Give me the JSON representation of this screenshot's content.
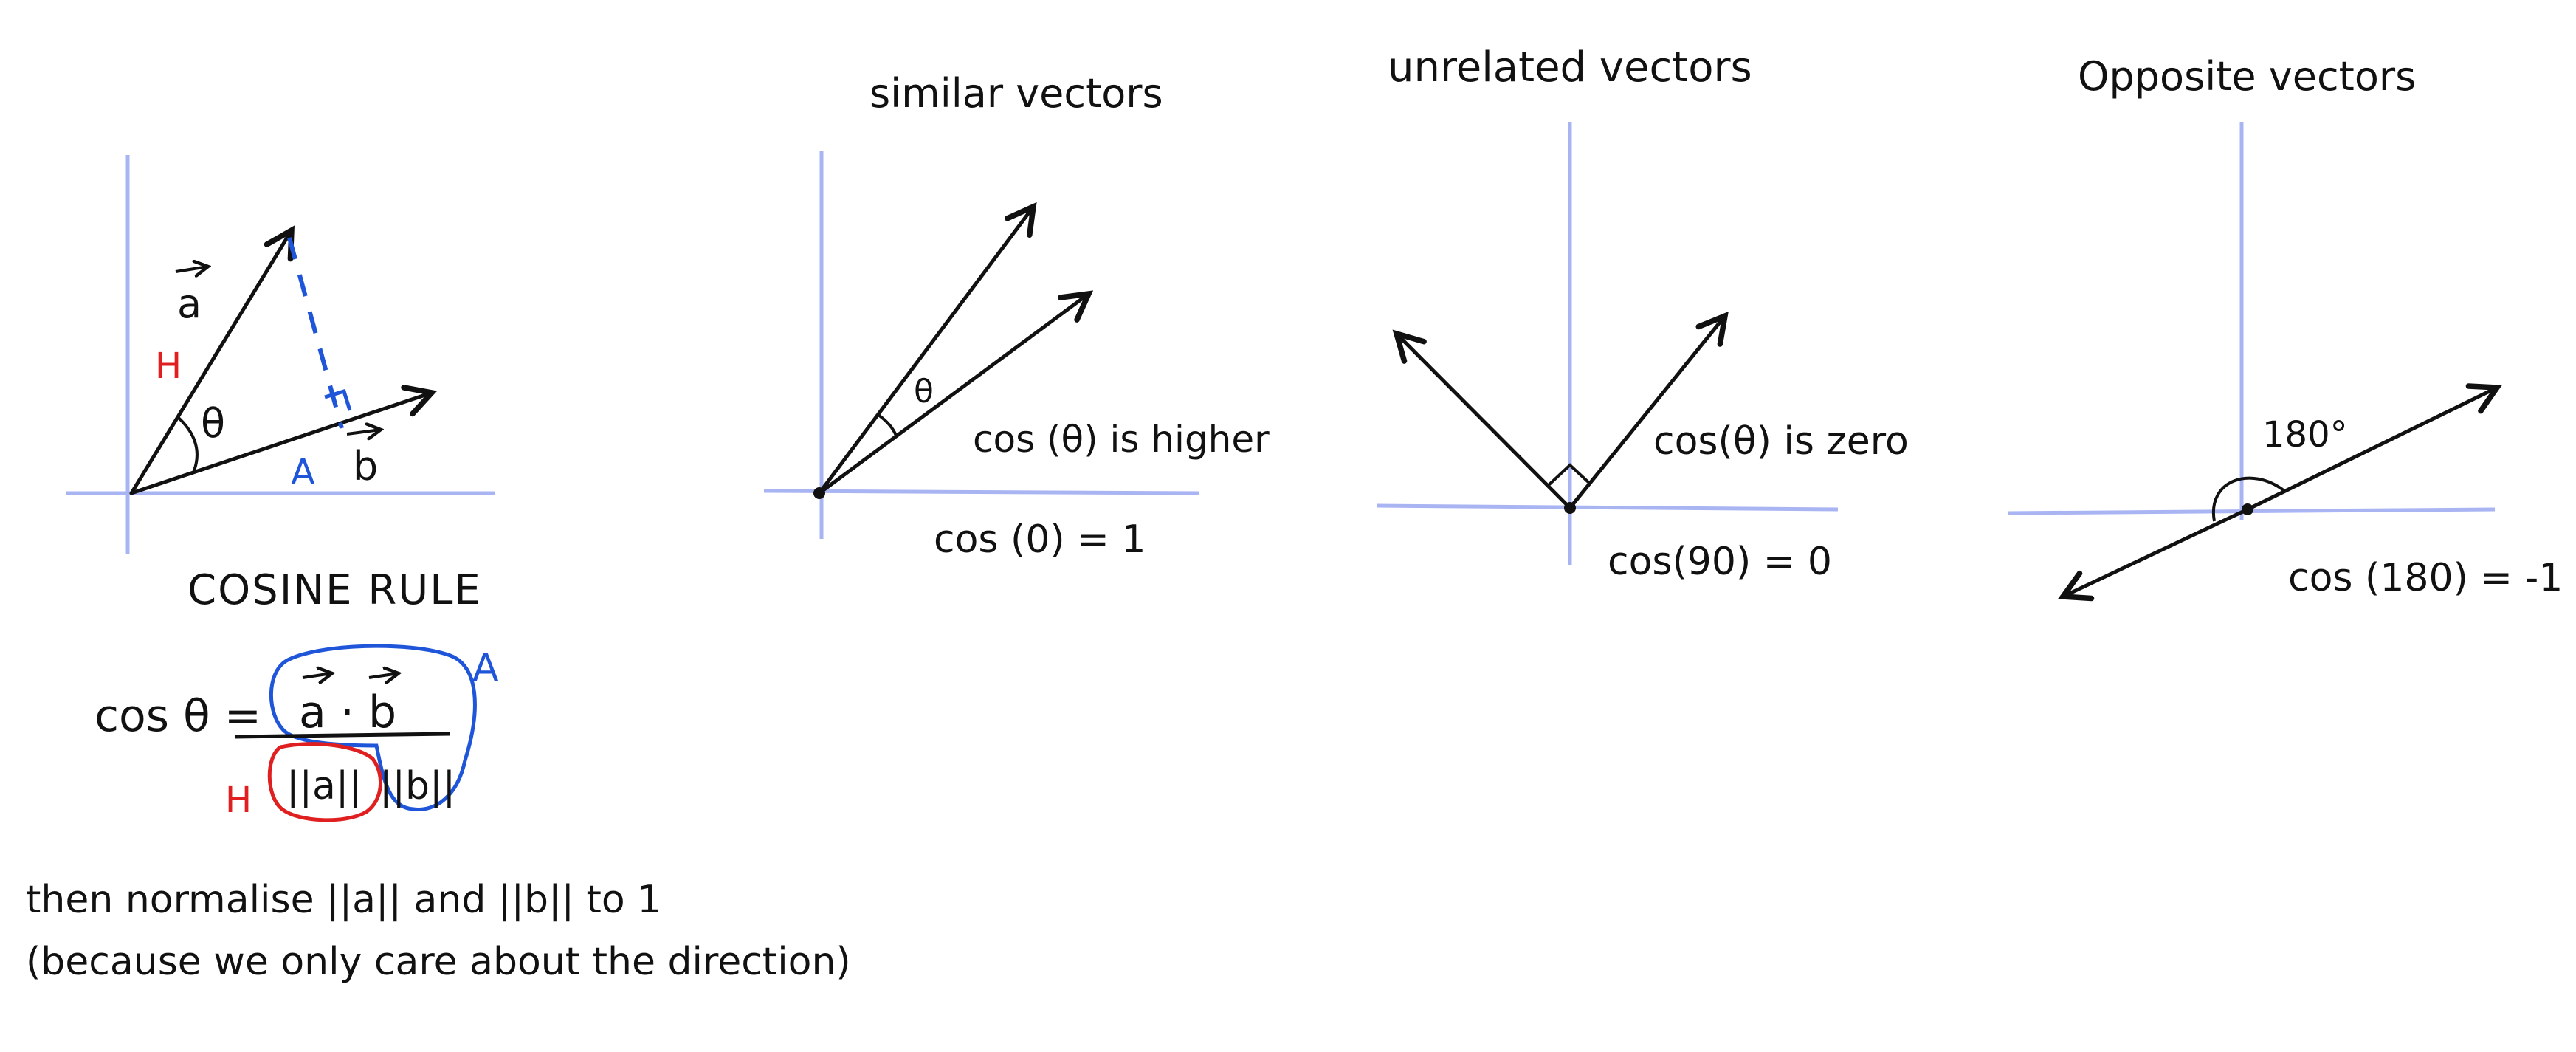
{
  "colors": {
    "axis": "#a9b4f3",
    "ink": "#111111",
    "red": "#e02020",
    "blue": "#1f55d8"
  },
  "panel_triangle": {
    "vector_a_label": "a",
    "vector_b_label": "b",
    "hyp_label": "H",
    "adj_label": "A",
    "angle_label": "θ"
  },
  "cosine_rule": {
    "title": "COSINE RULE",
    "lhs": "cos θ =",
    "numerator": "a · b",
    "denom_a": "||a||",
    "denom_b": "||b||",
    "label_A": "A",
    "label_H": "H"
  },
  "note": {
    "line1": "then normalise ||a|| and ||b|| to 1",
    "line2": "(because we only care about the direction)"
  },
  "panel_similar": {
    "title": "similar vectors",
    "angle_label": "θ",
    "note": "cos (θ) is higher",
    "formula": "cos (0) = 1"
  },
  "panel_unrelated": {
    "title": "unrelated vectors",
    "note": "cos(θ) is zero",
    "formula": "cos(90) = 0"
  },
  "panel_opposite": {
    "title": "Opposite vectors",
    "angle_label": "180°",
    "formula": "cos (180) = -1"
  }
}
